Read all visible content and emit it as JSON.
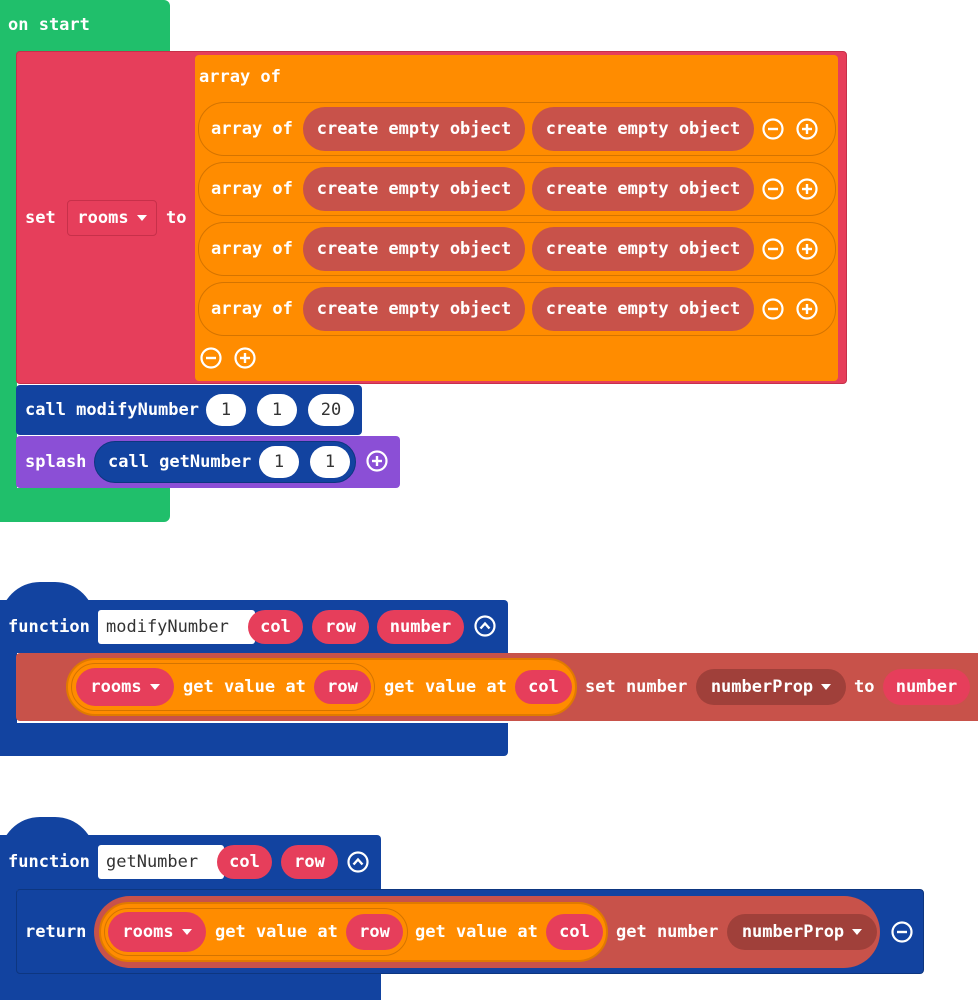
{
  "on_start": {
    "label": "on start",
    "set_block": {
      "set_label": "set",
      "variable": "rooms",
      "to_label": "to",
      "outer_array_label": "array of",
      "rows": [
        {
          "label": "array of",
          "items": [
            "create empty object",
            "create empty object"
          ]
        },
        {
          "label": "array of",
          "items": [
            "create empty object",
            "create empty object"
          ]
        },
        {
          "label": "array of",
          "items": [
            "create empty object",
            "create empty object"
          ]
        },
        {
          "label": "array of",
          "items": [
            "create empty object",
            "create empty object"
          ]
        }
      ]
    },
    "call_block": {
      "label": "call modifyNumber",
      "args": [
        "1",
        "1",
        "20"
      ]
    },
    "splash_block": {
      "label": "splash",
      "inner_call": "call getNumber",
      "args": [
        "1",
        "1"
      ]
    }
  },
  "function_modify": {
    "keyword": "function",
    "name": "modifyNumber",
    "params": [
      "col",
      "row",
      "number"
    ],
    "body": {
      "variable": "rooms",
      "get_value_at_1": "get value at",
      "index_1": "row",
      "get_value_at_2": "get value at",
      "index_2": "col",
      "set_number_label": "set number",
      "property": "numberProp",
      "to_label": "to",
      "value": "number"
    }
  },
  "function_get": {
    "keyword": "function",
    "name": "getNumber",
    "params": [
      "col",
      "row"
    ],
    "body": {
      "return_label": "return",
      "variable": "rooms",
      "get_value_at_1": "get value at",
      "index_1": "row",
      "get_value_at_2": "get value at",
      "index_2": "col",
      "get_number_label": "get number",
      "property": "numberProp"
    }
  },
  "colors": {
    "event": "#20bf6b",
    "variables": "#e63e5b",
    "arrays": "#ff8c00",
    "functions": "#1243a0",
    "game": "#8b4fd6",
    "objects": "#c8524a"
  }
}
